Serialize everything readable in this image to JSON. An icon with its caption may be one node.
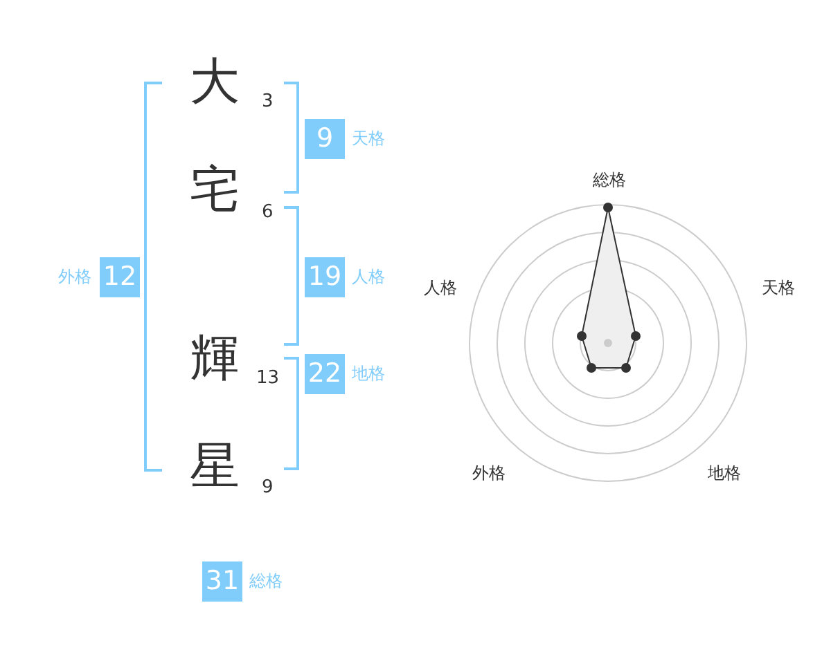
{
  "diagram": {
    "nodes": [
      {
        "text": [
          "9"
        ],
        "beside": [
          "天格"
        ]
      },
      {
        "text": [
          "12"
        ],
        "beside": [
          "外格"
        ]
      },
      {
        "text": [
          "19"
        ],
        "beside": [
          "人格"
        ]
      },
      {
        "text": [
          "22"
        ],
        "beside": [
          "地格"
        ]
      },
      {
        "text": [
          "31"
        ],
        "beside": [
          "総格"
        ]
      }
    ],
    "labels": [
      "大",
      "3",
      "宅",
      "6",
      "輝",
      "13",
      "星",
      "9",
      "総格",
      "人格",
      "天格",
      "外格",
      "地格"
    ]
  }
}
